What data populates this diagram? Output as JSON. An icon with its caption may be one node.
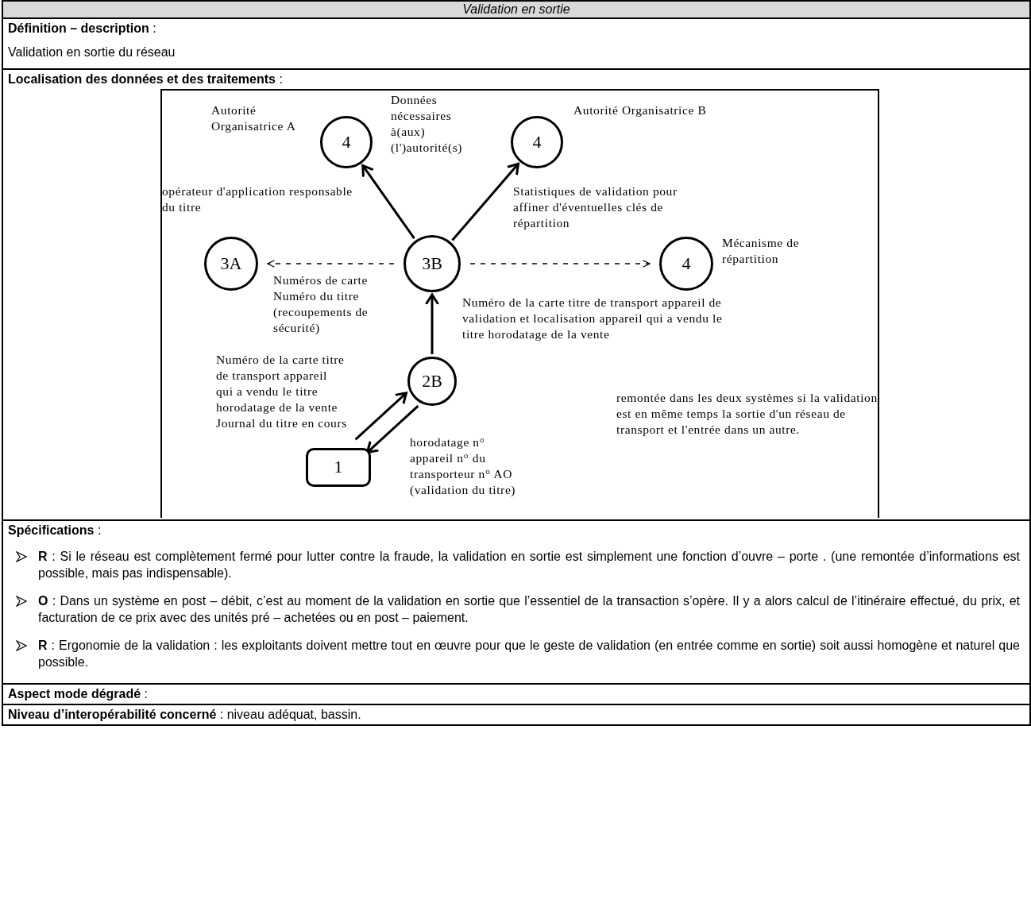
{
  "diagram": {
    "title": "Validation en sortie",
    "nodes": [
      {
        "text": [
          "4"
        ],
        "beside": [
          "Autorité Organisatrice A"
        ]
      },
      {
        "text": [
          "4"
        ],
        "beside": [
          "Autorité Organisatrice B"
        ]
      },
      {
        "text": [
          "3A"
        ],
        "beside": [
          "opérateur d'application responsable du titre"
        ]
      },
      {
        "text": [
          "3B"
        ]
      },
      {
        "text": [
          "4"
        ],
        "beside": [
          "Mécanisme de répartition"
        ]
      },
      {
        "text": [
          "2B"
        ]
      },
      {
        "text": [
          "1"
        ]
      }
    ],
    "edges": [
      {
        "from": 3,
        "to": 0,
        "arrow": "to"
      },
      {
        "from": 3,
        "to": 1,
        "arrow": "to"
      },
      {
        "from": 3,
        "to": 2,
        "arrow": "to",
        "style": "dashed",
        "label": "Numéros de carte Numéro du titre (recoupements de sécurité)"
      },
      {
        "from": 3,
        "to": 4,
        "arrow": "to",
        "style": "dashed",
        "label": "Statistiques de validation pour affiner d'éventuelles clés de répartition"
      },
      {
        "from": 5,
        "to": 3,
        "arrow": "to",
        "label": "Numéro de la carte titre de transport appareil de validation et localisation appareil qui a vendu le titre horodatage de la vente"
      },
      {
        "from": 6,
        "to": 5,
        "arrow": "to",
        "label": "Numéro de la carte titre de transport appareil qui a vendu le titre horodatage de la vente Journal du titre en cours"
      },
      {
        "from": 5,
        "to": 6,
        "arrow": "to",
        "label": "horodatage n° appareil n° du transporteur n° AO (validation du titre)"
      }
    ],
    "labels": [
      "**Définition – description** :",
      "Validation en sortie du réseau",
      "**Localisation des données et des traitements** :",
      "Données nécessaires à(aux) (l')autorité(s)",
      "remontée dans les deux systèmes si la validation est en même temps la sortie d'un réseau de transport et l'entrée dans un autre.",
      "**Spécifications** :",
      "**R** : Si le réseau est complètement fermé pour lutter contre la fraude, la validation en sortie est simplement une fonction d’ouvre – porte . (une remontée d’informations est possible, mais pas indispensable).",
      "**O** : Dans un système en post – débit, c’est au moment de la validation en sortie que l’essentiel de la transaction s’opère. Il y a alors calcul de l’itinéraire effectué, du prix, et facturation de ce prix avec des unités pré – achetées ou en post – paiement.",
      "**R** : Ergonomie de la validation : les exploitants doivent mettre tout en œuvre pour que le geste de validation (en entrée comme en sortie) soit aussi homogène et naturel que possible.",
      "**Aspect mode dégradé** :",
      "**Niveau d’interopérabilité concerné** : niveau adéquat, bassin."
    ]
  }
}
